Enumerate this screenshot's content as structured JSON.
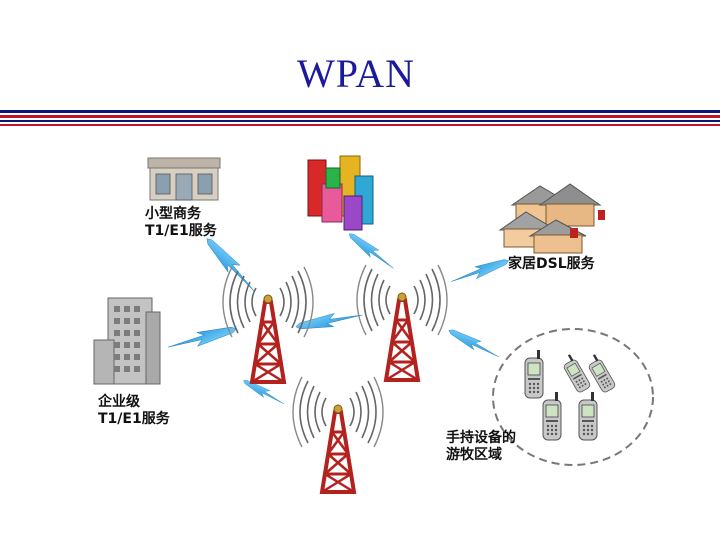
{
  "title": "WPAN",
  "nodes": {
    "small_business": {
      "line1": "小型商务",
      "line2": "T1/E1服务"
    },
    "enterprise": {
      "line1": "企业级",
      "line2": "T1/E1服务"
    },
    "home": {
      "line1": "家居DSL服务"
    },
    "handheld": {
      "line1": "手持设备的",
      "line2": "游牧区域"
    }
  },
  "colors": {
    "title": "#1a1a9c",
    "rule_blue": "#0a1670",
    "rule_red": "#c0142a",
    "bolt": "#29a8e8",
    "tower": "#b3221e"
  },
  "icons": [
    "shop-icon",
    "city-buildings-icon",
    "houses-icon",
    "office-tower-icon",
    "radio-tower-icon",
    "mobile-phone-icon"
  ]
}
